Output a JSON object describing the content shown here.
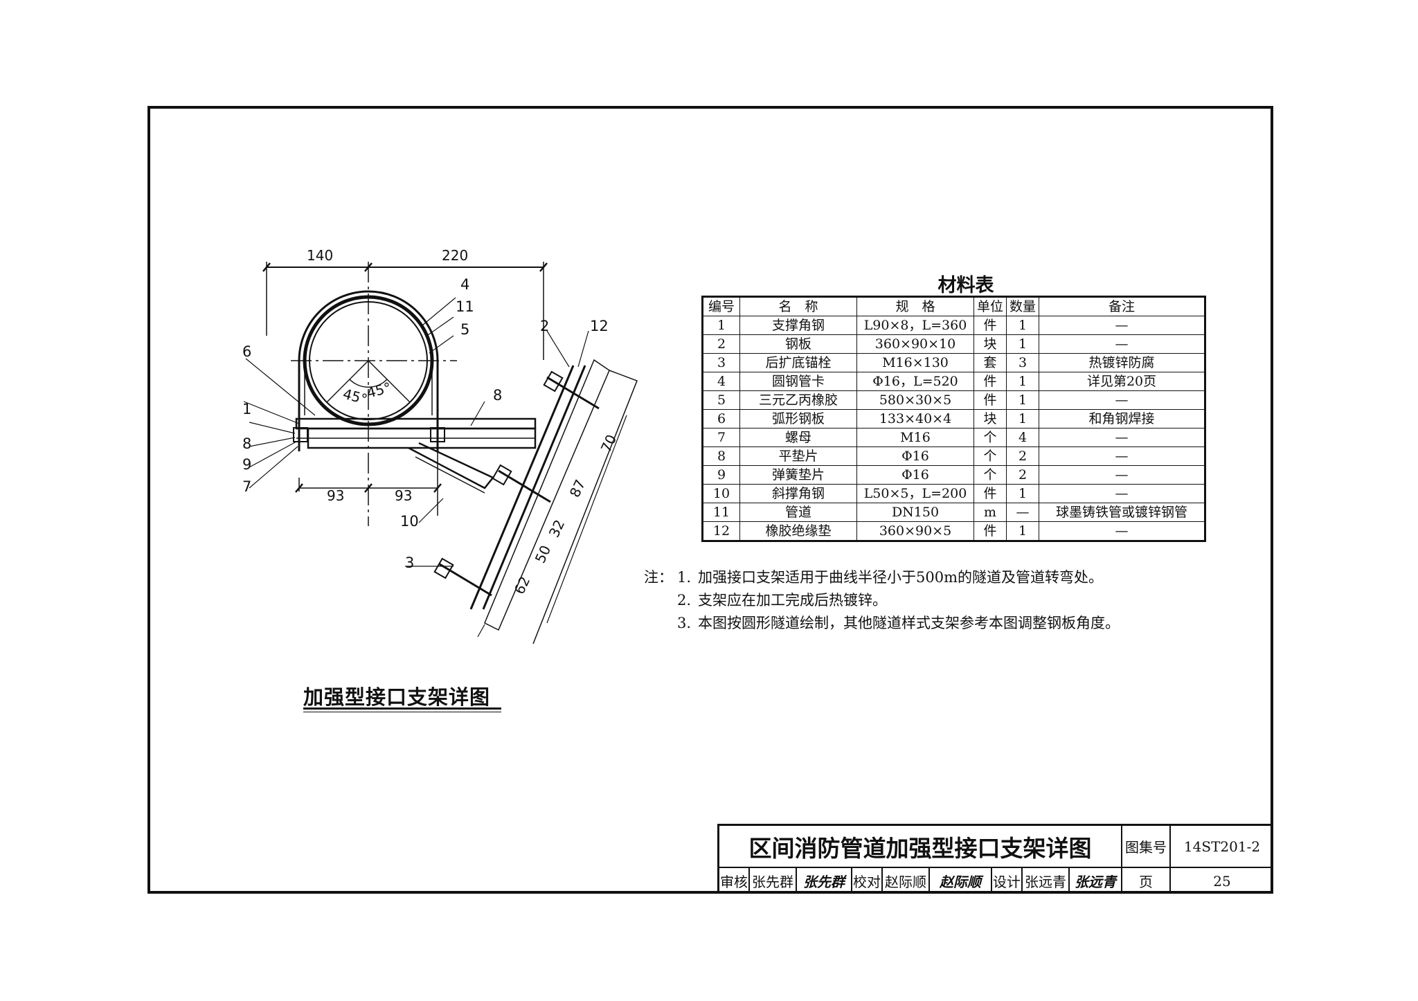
{
  "drawing": {
    "title": "加强型接口支架详图",
    "dimensions": {
      "top_left": "140",
      "top_right": "220",
      "bottom_left": "93",
      "bottom_right": "93",
      "angle_left": "45°",
      "angle_right": "45°",
      "slope_70": "70",
      "slope_87": "87",
      "slope_32": "32",
      "slope_50": "50",
      "slope_62": "62"
    },
    "callouts": [
      "1",
      "2",
      "3",
      "4",
      "5",
      "6",
      "7",
      "8",
      "9",
      "10",
      "11",
      "12",
      "8"
    ]
  },
  "material_table": {
    "title": "材料表",
    "headers": [
      "编号",
      "名　称",
      "规　格",
      "单位",
      "数量",
      "备注"
    ],
    "rows": [
      [
        "1",
        "支撑角钢",
        "L90×8，L=360",
        "件",
        "1",
        "—"
      ],
      [
        "2",
        "钢板",
        "360×90×10",
        "块",
        "1",
        "—"
      ],
      [
        "3",
        "后扩底锚栓",
        "M16×130",
        "套",
        "3",
        "热镀锌防腐"
      ],
      [
        "4",
        "圆钢管卡",
        "Φ16，L=520",
        "件",
        "1",
        "详见第20页"
      ],
      [
        "5",
        "三元乙丙橡胶",
        "580×30×5",
        "件",
        "1",
        "—"
      ],
      [
        "6",
        "弧形钢板",
        "133×40×4",
        "块",
        "1",
        "和角钢焊接"
      ],
      [
        "7",
        "螺母",
        "M16",
        "个",
        "4",
        "—"
      ],
      [
        "8",
        "平垫片",
        "Φ16",
        "个",
        "2",
        "—"
      ],
      [
        "9",
        "弹簧垫片",
        "Φ16",
        "个",
        "2",
        "—"
      ],
      [
        "10",
        "斜撑角钢",
        "L50×5，L=200",
        "件",
        "1",
        "—"
      ],
      [
        "11",
        "管道",
        "DN150",
        "m",
        "—",
        "球墨铸铁管或镀锌钢管"
      ],
      [
        "12",
        "橡胶绝缘垫",
        "360×90×5",
        "件",
        "1",
        "—"
      ]
    ]
  },
  "notes": {
    "lead": "注：",
    "items": [
      {
        "num": "1.",
        "text": "加强接口支架适用于曲线半径小于500m的隧道及管道转弯处。"
      },
      {
        "num": "2.",
        "text": "支架应在加工完成后热镀锌。"
      },
      {
        "num": "3.",
        "text": "本图按圆形隧道绘制，其他隧道样式支架参考本图调整钢板角度。"
      }
    ]
  },
  "title_block": {
    "title": "区间消防管道加强型接口支架详图",
    "atlas_label": "图集号",
    "atlas_no": "14ST201-2",
    "page_label": "页",
    "page_no": "25",
    "review_label": "审核",
    "review_name": "张先群",
    "review_sig": "张先群",
    "check_label": "校对",
    "check_name": "赵际顺",
    "check_sig": "赵际顺",
    "design_label": "设计",
    "design_name": "张远青",
    "design_sig": "张远青"
  }
}
